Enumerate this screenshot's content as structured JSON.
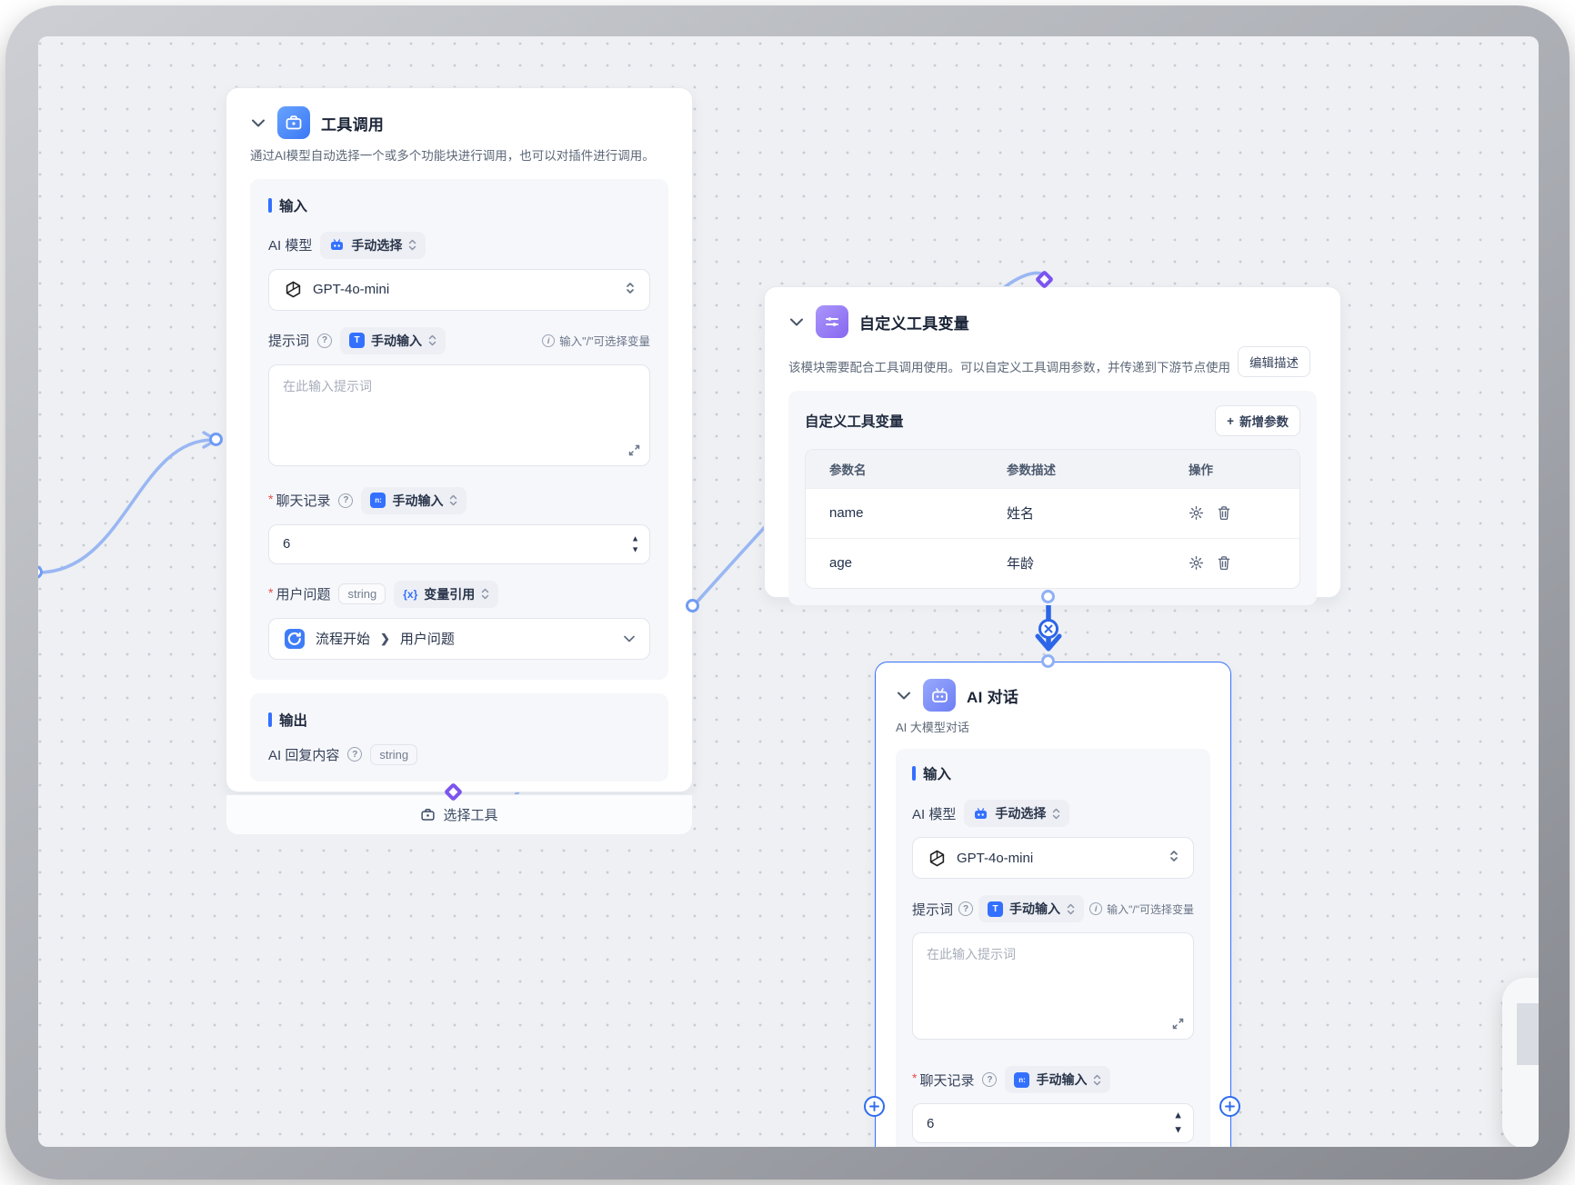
{
  "tool_node": {
    "title": "工具调用",
    "description": "通过AI模型自动选择一个或多个功能块进行调用，也可以对插件进行调用。",
    "input_section": "输入",
    "ai_model_label": "AI 模型",
    "ai_model_mode": "手动选择",
    "model_value": "GPT-4o-mini",
    "prompt_label": "提示词",
    "prompt_mode": "手动输入",
    "prompt_hint": "输入\"/\"可选择变量",
    "prompt_placeholder": "在此输入提示词",
    "history_label": "聊天记录",
    "history_mode": "手动输入",
    "history_value": "6",
    "question_label": "用户问题",
    "question_type": "string",
    "question_mode": "变量引用",
    "question_icon_text": "{x}",
    "question_source": "流程开始",
    "question_field": "用户问题",
    "output_section": "输出",
    "output_field": "AI 回复内容",
    "output_type": "string",
    "footer_button": "选择工具"
  },
  "vars_node": {
    "title": "自定义工具变量",
    "description": "该模块需要配合工具调用使用。可以自定义工具调用参数，并传递到下游节点使用",
    "edit_desc_button": "编辑描述",
    "panel_title": "自定义工具变量",
    "add_button": "新增参数",
    "add_plus": "+",
    "table": {
      "headers": [
        "参数名",
        "参数描述",
        "操作"
      ],
      "rows": [
        {
          "name": "name",
          "desc": "姓名"
        },
        {
          "name": "age",
          "desc": "年龄"
        }
      ]
    }
  },
  "chat_node": {
    "title": "AI 对话",
    "subtitle": "AI 大模型对话",
    "input_section": "输入",
    "ai_model_label": "AI 模型",
    "ai_model_mode": "手动选择",
    "model_value": "GPT-4o-mini",
    "prompt_label": "提示词",
    "prompt_mode": "手动输入",
    "prompt_hint": "输入\"/\"可选择变量",
    "prompt_placeholder": "在此输入提示词",
    "history_label": "聊天记录",
    "history_mode": "手动输入",
    "history_value": "6"
  },
  "colors": {
    "accent_blue": "#3370ff",
    "edge_blue": "#9ab7f3",
    "strong_blue": "#2c66e8",
    "diamond_purple": "#7a55ef"
  }
}
